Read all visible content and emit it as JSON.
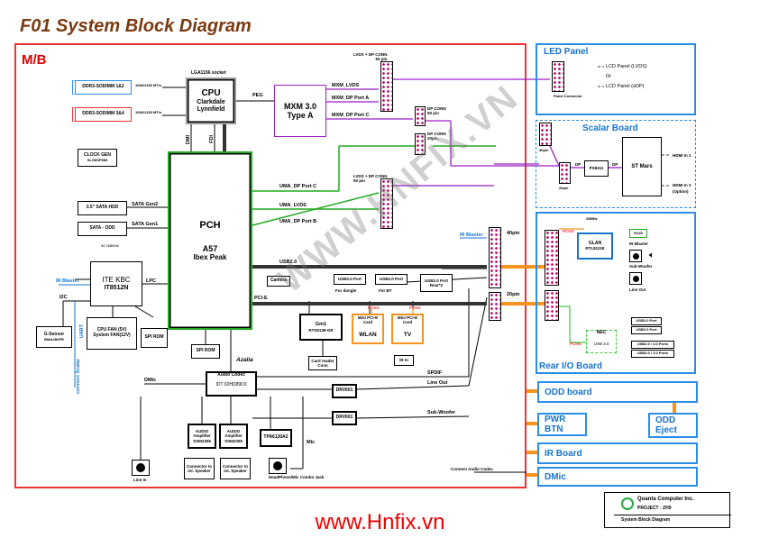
{
  "title": "F01 System Block Diagram",
  "mb_label": "M/B",
  "cpu": {
    "title": "CPU",
    "line1": "Clarkdale",
    "line2": "Lynnfield",
    "socket": "LGA1156 socket"
  },
  "mxm": {
    "title": "MXM 3.0",
    "sub": "Type A"
  },
  "pch": {
    "title": "PCH",
    "line1": "A57",
    "line2": "Ibex Peak"
  },
  "kbc": {
    "title": "ITE KBC",
    "sub": "IT8512N",
    "freq": "32.768KHz"
  },
  "dimm1": {
    "label": "DDR3-SODIMM 1&2",
    "speed": "1066/1333 MT/s"
  },
  "dimm2": {
    "label": "DDR3-SODIMM 3&4",
    "speed": "1066/1333 MT/s"
  },
  "clock": {
    "title": "CLOCK GEN",
    "sub": "SLG8SP585"
  },
  "sata_hdd": "3.5\" SATA HDD",
  "sata_odd": "SATA - ODD",
  "sata_gen2": "SATA Gen2",
  "sata_gen1": "SATA Gen1",
  "buses": {
    "peg": "PEG",
    "dmi": "DMI",
    "fdi": "FDI",
    "lpc": "LPC",
    "i2c": "I2C",
    "usb": "USB2.0",
    "pcie": "PCI-E",
    "azalia": "Azalia",
    "mxm_lvds": "MXM_LVDS",
    "mxm_dpa": "MXM_DP Port A",
    "mxm_dpc": "MXM_DP Port C",
    "uma_dpc": "UMA_DP Port C",
    "uma_lvds": "UMA_LVDS",
    "uma_dpb": "UMA_DP Port B",
    "spdif": "SPDIF",
    "lineout": "Line Out",
    "subwoofer": "Sub-Woofer",
    "dmic": "DMic",
    "mic": "Mic",
    "ir_blaster": "IR Blaster",
    "connect_scalar": "connect Scalar",
    "uart": "UART",
    "conn_audio": "Connect Audio Codec",
    "pin40": "40pin",
    "pin20": "20pin",
    "pin30": "30pin",
    "pin20b": "20pin",
    "pin20c": "20pin"
  },
  "lvds_conn1": {
    "label": "LVDS + DP CONN",
    "pins": "50 pin"
  },
  "lvds_conn2": {
    "label": "LVDS + DP CONN",
    "pins": "50 pin"
  },
  "dp_conn1": {
    "label": "DP CONN",
    "pins": "50 pin"
  },
  "dp_conn2": {
    "label": "DP CONN",
    "pins": "20pin"
  },
  "gsensor": {
    "title": "G-Sensor",
    "sub": "BMA1B0FR"
  },
  "fan": {
    "l1": "CPU FAN (5V)",
    "l2": "System FAN(12V)"
  },
  "spirom1": "SPI ROM",
  "spirom2": "SPI ROM",
  "camera": "Camera",
  "usb_port1": {
    "label": "USB2.0 Port",
    "sub": "For dongle"
  },
  "usb_port2": {
    "label": "USB2.0 Port",
    "sub": "For BT"
  },
  "usb_port3": {
    "label": "USB2.0 Port",
    "sub": "Rear*2"
  },
  "gm": {
    "title": "Gm1",
    "sub": "RTS5138-GR"
  },
  "cardreader": {
    "l1": "Card reader",
    "l2": "Conn"
  },
  "wlan": {
    "title": "WLAN",
    "cap": "Mini PCI-E Card",
    "slot": "PCIe1"
  },
  "tv": {
    "title": "TV",
    "cap": "Mini PCI-E Card",
    "slot": "PCIe2"
  },
  "irin": "IR In",
  "codec": {
    "title": "Audio Codec",
    "sub": "IDT 92HD89D3"
  },
  "drv1": "DRV601",
  "drv2": "DRV601",
  "amp1": {
    "l1": "AUDIO",
    "l2": "Amplifier",
    "l3": "SSM2306"
  },
  "amp2": {
    "l1": "AUDIO",
    "l2": "Amplifier",
    "l3": "SSM2306"
  },
  "tpa": "TPA6130A2",
  "spk1": {
    "l1": "Connector to",
    "l2": "int. Speaker"
  },
  "spk2": {
    "l1": "Connector to",
    "l2": "int. Speaker"
  },
  "hp": "HeadPhone/Mic Combo Jack",
  "linein": "Line In",
  "led_panel": {
    "title": "LED Panel",
    "lvds": "LCD Panel (LVDS)",
    "or": "Or",
    "edp": "LCD Panel (eDP)",
    "conn": "Panel Connector"
  },
  "scalar": {
    "title": "Scalar Board",
    "ps": "PS8311",
    "st": "ST Mars",
    "dp1": "DP",
    "dp2": "DP",
    "hdmi1": "HDMI In 1",
    "hdmi2": "HDMI In 2",
    "opt": "(Option)",
    "pin": "20pin"
  },
  "rear": {
    "title": "Rear I/O Board",
    "glan": "GLAN",
    "glan_chip": "RTL8111E",
    "rj45": "RJ45",
    "ir": "IR Blaster",
    "sub": "Sub-Woofer",
    "lineout": "Line Out",
    "nec": "NEC",
    "usb3": "USB 3.0",
    "pcie3": "PCIe3",
    "pcie4": "PCIe4",
    "usbp1": "USB2.0 Port",
    "usbp2": "USB2.0 Port",
    "usb3p1": "USB2.0 / 3.0 Ports",
    "usb3p2": "USB2.0 / 3.0 Ports",
    "glan_freq": "25MHz"
  },
  "odd_board": "ODD board",
  "pwr_btn": "PWR BTN",
  "odd_eject": "ODD Eject",
  "ir_board": "IR Board",
  "dmic_panel": "DMic",
  "quanta": {
    "company": "Quanta Computer Inc.",
    "project": "PROJECT : ZH9",
    "doc": "System Block Diagram"
  },
  "watermark": "WWW.HNFIX.VN",
  "url": "www.Hnfix.vn"
}
